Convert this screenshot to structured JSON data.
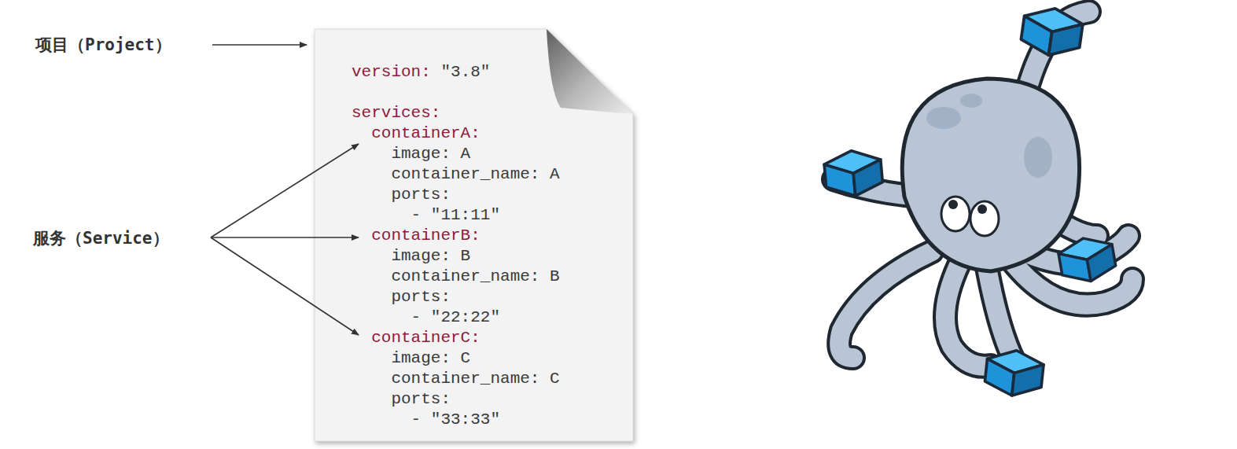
{
  "diagram": {
    "nodes": [
      {
        "text": [
          "version: \"3.8\"",
          "services:",
          "containerA:",
          "image: A",
          "container_name: A",
          "ports:",
          "- \"11:11\"",
          "containerB:",
          "image: B",
          "container_name: B",
          "ports:",
          "- \"22:22\"",
          "containerC:",
          "image: C",
          "container_name: C",
          "ports:",
          "- \"33:33\""
        ]
      }
    ],
    "labels": [
      "项目（Project）",
      "服务（Service）"
    ]
  }
}
